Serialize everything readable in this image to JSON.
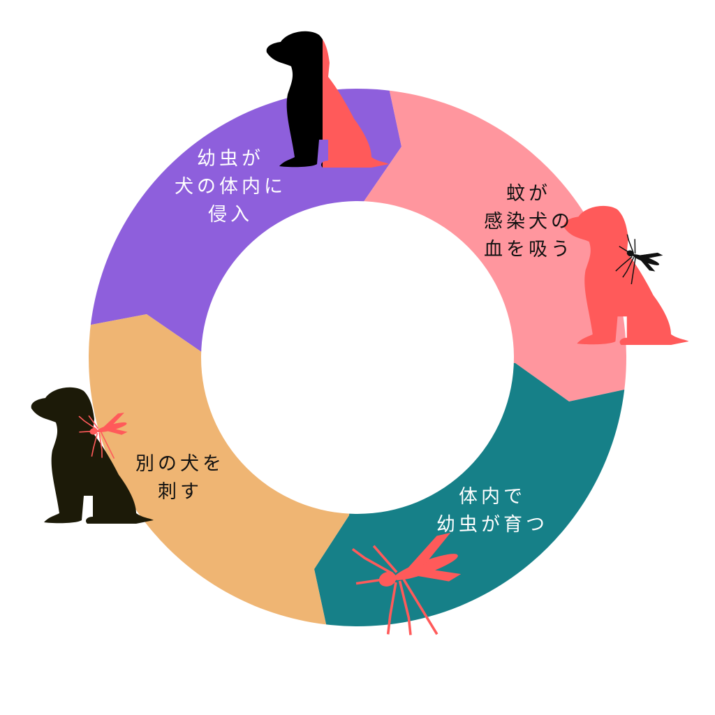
{
  "colors": {
    "purple": "#8E5FDC",
    "pink": "#FF969E",
    "teal": "#168088",
    "tan": "#EFB573",
    "red": "#FF5A5A",
    "dark": "#1C1A08"
  },
  "steps": [
    {
      "lines": [
        "幼虫が",
        "犬の体内に",
        "侵入"
      ]
    },
    {
      "lines": [
        "蚊が",
        "感染犬の",
        "血を吸う"
      ]
    },
    {
      "lines": [
        "体内で",
        "幼虫が育つ"
      ]
    },
    {
      "lines": [
        "別の犬を",
        "刺す"
      ]
    }
  ]
}
